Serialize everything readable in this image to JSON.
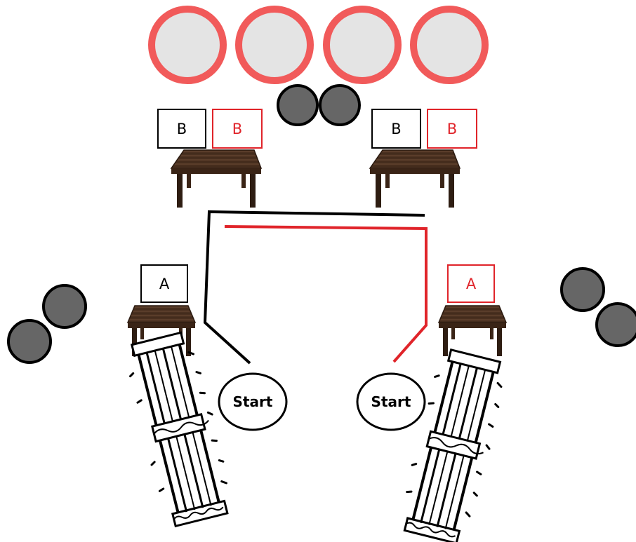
{
  "labels": {
    "table_left_b_black": "B",
    "table_left_b_red": "B",
    "table_right_b_black": "B",
    "table_right_b_red": "B",
    "table_left_a": "A",
    "table_right_a": "A",
    "start_left": "Start",
    "start_right": "Start"
  },
  "colors": {
    "path_black": "#000000",
    "path_red": "#e0242a",
    "large_disc_fill": "#e4e4e4",
    "large_disc_ring": "#f15a5a",
    "small_disc_fill": "#666666",
    "table_wood": "#4a3020"
  },
  "icons": {
    "large_disc": "circle-red-ring",
    "small_disc": "circle-dark-grey",
    "table": "wooden-table",
    "fallen_column": "toppled-column"
  }
}
